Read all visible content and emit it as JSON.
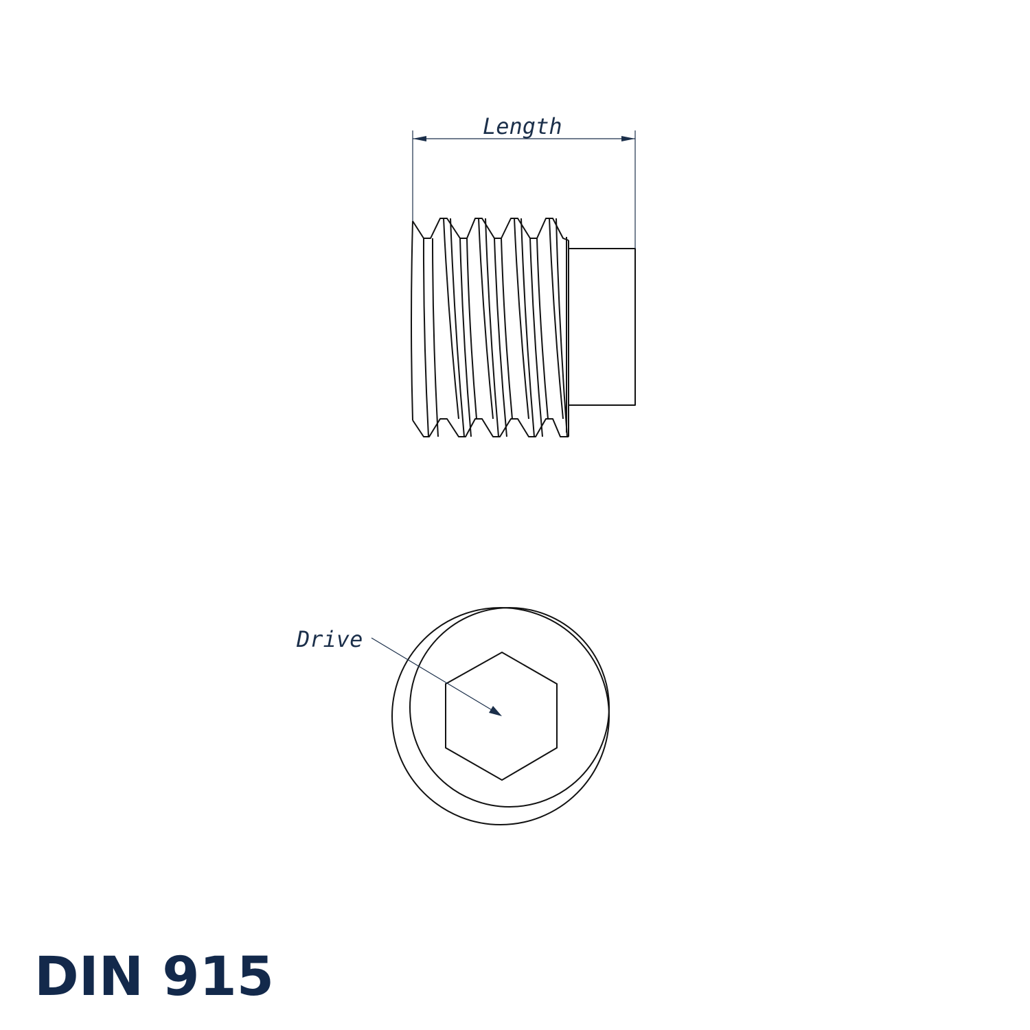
{
  "title": "DIN 915",
  "labels": {
    "length": "Length",
    "drive": "Drive"
  },
  "colors": {
    "outline": "#111111",
    "dimension": "#1b2f4a",
    "title": "#13294b"
  }
}
